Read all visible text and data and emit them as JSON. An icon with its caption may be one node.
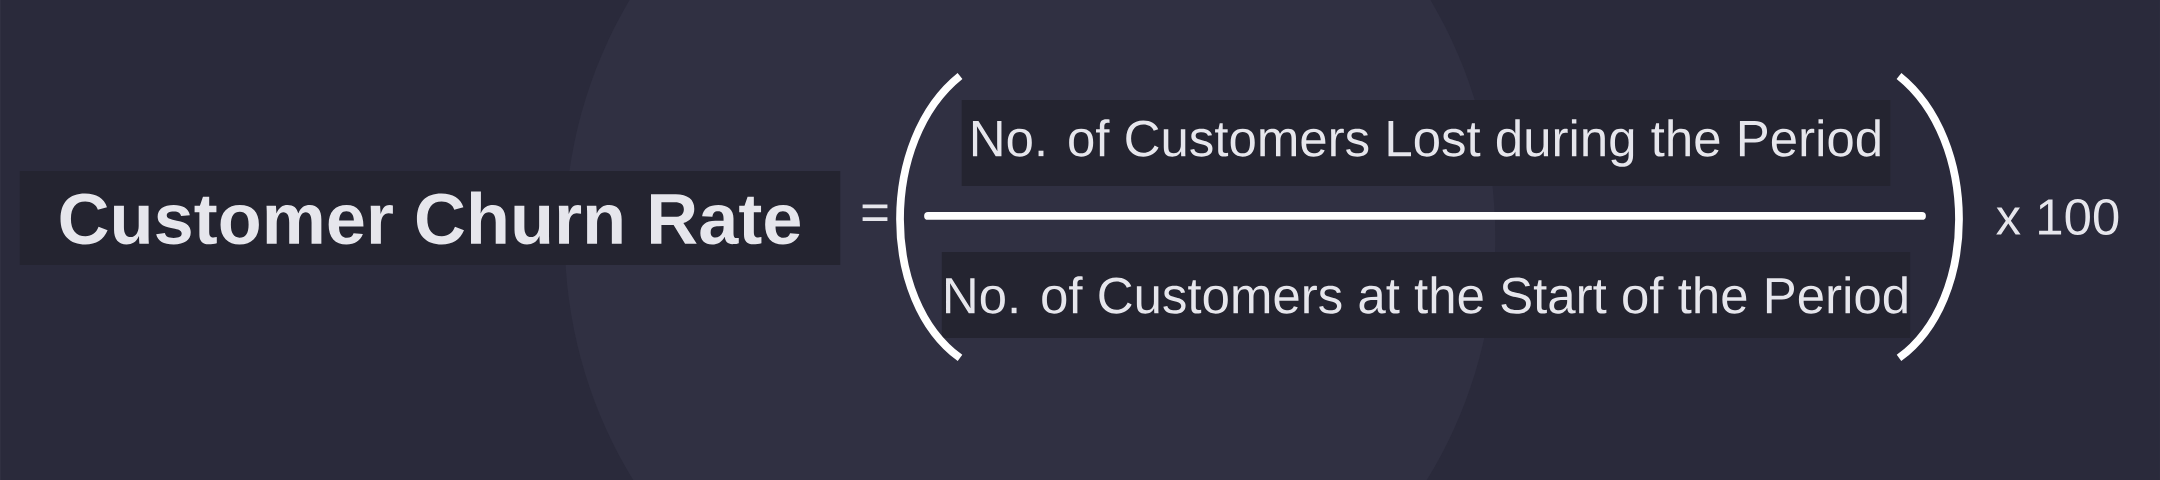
{
  "diagram": {
    "nodes": [
      {
        "text": [
          "Customer Churn Rate"
        ]
      },
      {
        "text": [
          "No. of Customers Lost during the Period"
        ]
      },
      {
        "text": [
          "No. of Customers at the Start of the Period"
        ]
      }
    ],
    "labels": [
      "=",
      "x 100"
    ]
  }
}
